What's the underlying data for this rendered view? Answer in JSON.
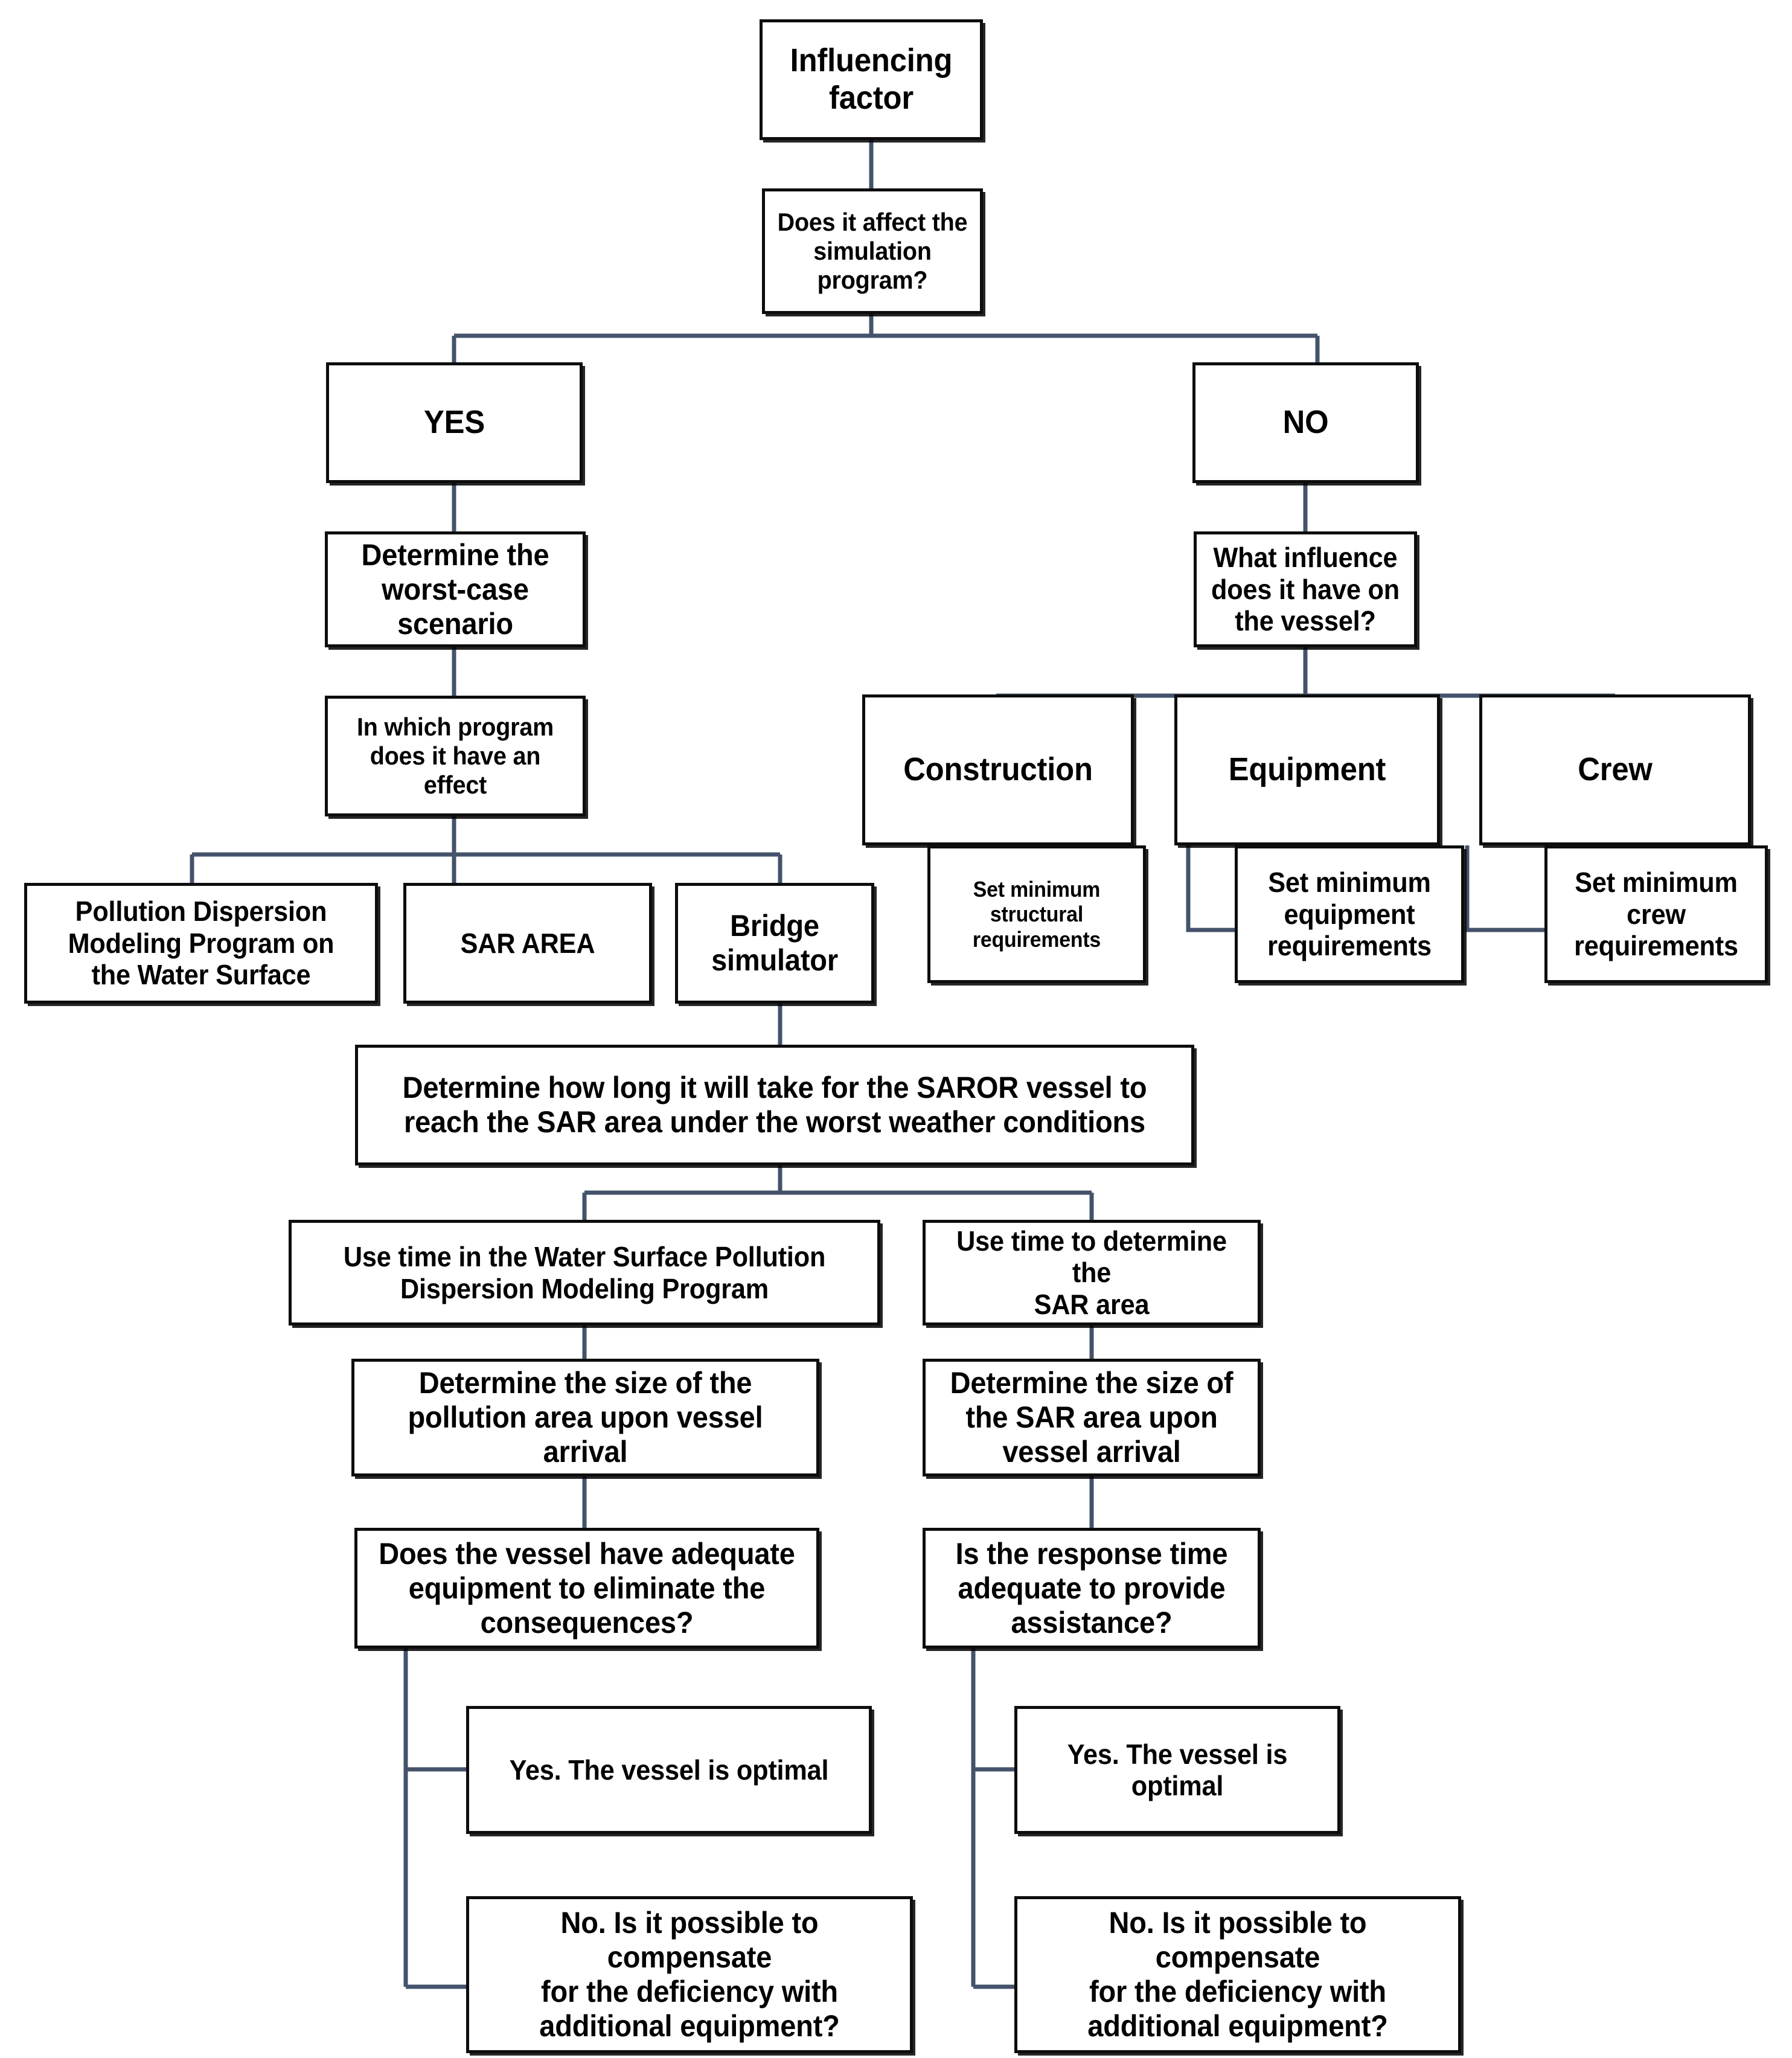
{
  "diagram": {
    "title": "Influencing factor evaluation flowchart",
    "line_color": "#44536b",
    "box_border_color": "#0d0d0d",
    "background": "#ffffff",
    "type": "flowchart"
  },
  "nodes": {
    "influencing_factor": "Influencing\nfactor",
    "does_it_affect": "Does it affect the\nsimulation program?",
    "yes": "YES",
    "no": "NO",
    "determine_worst_case": "Determine the\nworst-case\nscenario",
    "what_influence": "What influence\ndoes it have on\nthe vessel?",
    "in_which_program": "In which program\ndoes it have an effect",
    "construction": "Construction",
    "equipment": "Equipment",
    "crew": "Crew",
    "pollution_dispersion": "Pollution Dispersion\nModeling Program on\nthe Water Surface",
    "sar_area": "SAR AREA",
    "bridge_simulator": "Bridge\nsimulator",
    "set_min_structural": "Set minimum\nstructural\nrequirements",
    "set_min_equipment": "Set minimum\nequipment\nrequirements",
    "set_min_crew": "Set minimum\ncrew\nrequirements",
    "determine_how_long": "Determine how long it will take for the SAROR vessel to\nreach the SAR area under the worst weather conditions",
    "use_time_pollution": "Use time in the Water Surface Pollution\nDispersion Modeling Program",
    "use_time_sar": "Use time to determine the\nSAR area",
    "determine_pollution_size": "Determine the size of the\npollution area upon vessel arrival",
    "determine_sar_size": "Determine the size of\nthe SAR area upon\nvessel arrival",
    "does_vessel_have_equipment": "Does the vessel have adequate\nequipment to eliminate the\nconsequences?",
    "is_response_time_adequate": "Is the response time\nadequate to provide\nassistance?",
    "yes_optimal_left": "Yes. The vessel is optimal",
    "no_compensate_left": "No. Is it possible to compensate\nfor the deficiency with\nadditional equipment?",
    "yes_optimal_right": "Yes. The vessel is optimal",
    "no_compensate_right": "No. Is it possible to compensate\nfor the deficiency with\nadditional equipment?"
  },
  "chart_data": {
    "type": "flowchart",
    "title": "Influencing factor evaluation flowchart",
    "edges": [
      {
        "from": "influencing_factor",
        "to": "does_it_affect"
      },
      {
        "from": "does_it_affect",
        "to": "yes"
      },
      {
        "from": "does_it_affect",
        "to": "no"
      },
      {
        "from": "yes",
        "to": "determine_worst_case"
      },
      {
        "from": "determine_worst_case",
        "to": "in_which_program"
      },
      {
        "from": "no",
        "to": "what_influence"
      },
      {
        "from": "what_influence",
        "to": "construction"
      },
      {
        "from": "what_influence",
        "to": "equipment"
      },
      {
        "from": "what_influence",
        "to": "crew"
      },
      {
        "from": "in_which_program",
        "to": "pollution_dispersion"
      },
      {
        "from": "in_which_program",
        "to": "sar_area"
      },
      {
        "from": "in_which_program",
        "to": "bridge_simulator"
      },
      {
        "from": "construction",
        "to": "set_min_structural"
      },
      {
        "from": "equipment",
        "to": "set_min_equipment"
      },
      {
        "from": "crew",
        "to": "set_min_crew"
      },
      {
        "from": "bridge_simulator",
        "to": "determine_how_long"
      },
      {
        "from": "determine_how_long",
        "to": "use_time_pollution"
      },
      {
        "from": "determine_how_long",
        "to": "use_time_sar"
      },
      {
        "from": "use_time_pollution",
        "to": "determine_pollution_size"
      },
      {
        "from": "determine_pollution_size",
        "to": "does_vessel_have_equipment"
      },
      {
        "from": "does_vessel_have_equipment",
        "to": "yes_optimal_left"
      },
      {
        "from": "does_vessel_have_equipment",
        "to": "no_compensate_left"
      },
      {
        "from": "use_time_sar",
        "to": "determine_sar_size"
      },
      {
        "from": "determine_sar_size",
        "to": "is_response_time_adequate"
      },
      {
        "from": "is_response_time_adequate",
        "to": "yes_optimal_right"
      },
      {
        "from": "is_response_time_adequate",
        "to": "no_compensate_right"
      }
    ]
  }
}
